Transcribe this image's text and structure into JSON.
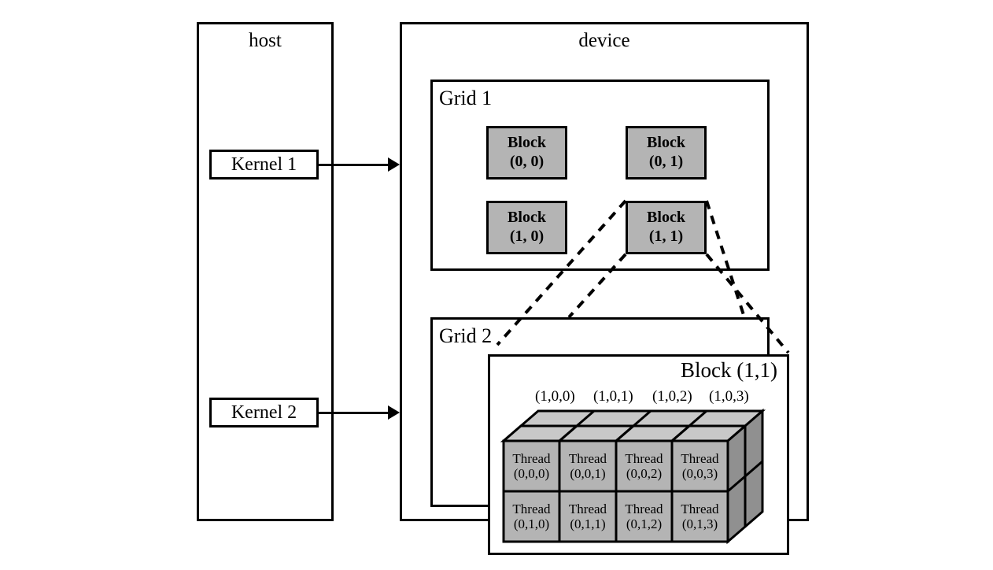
{
  "diagram": {
    "title_semantic": "cuda-thread-hierarchy",
    "host": {
      "label": "host"
    },
    "device": {
      "label": "device"
    },
    "kernels": [
      {
        "label": "Kernel 1"
      },
      {
        "label": "Kernel 2"
      }
    ],
    "grids": [
      {
        "label": "Grid 1"
      },
      {
        "label": "Grid 2"
      }
    ],
    "grid1_blocks": [
      {
        "name": "Block",
        "index": "(0, 0)"
      },
      {
        "name": "Block",
        "index": "(0, 1)"
      },
      {
        "name": "Block",
        "index": "(1, 0)"
      },
      {
        "name": "Block",
        "index": "(1, 1)"
      }
    ],
    "expanded_block": {
      "label": "Block (1,1)",
      "top_labels": [
        "(1,0,0)",
        "(1,0,1)",
        "(1,0,2)",
        "(1,0,3)"
      ],
      "threads_row0": [
        {
          "name": "Thread",
          "index": "(0,0,0)"
        },
        {
          "name": "Thread",
          "index": "(0,0,1)"
        },
        {
          "name": "Thread",
          "index": "(0,0,2)"
        },
        {
          "name": "Thread",
          "index": "(0,0,3)"
        }
      ],
      "threads_row1": [
        {
          "name": "Thread",
          "index": "(0,1,0)"
        },
        {
          "name": "Thread",
          "index": "(0,1,1)"
        },
        {
          "name": "Thread",
          "index": "(0,1,2)"
        },
        {
          "name": "Thread",
          "index": "(0,1,3)"
        }
      ]
    },
    "colors": {
      "outline": "#000000",
      "block_fill": "#b4b4b4",
      "cube_front": "#b4b4b4",
      "cube_top": "#c8c8c8",
      "cube_side": "#909090",
      "background": "#ffffff"
    }
  }
}
